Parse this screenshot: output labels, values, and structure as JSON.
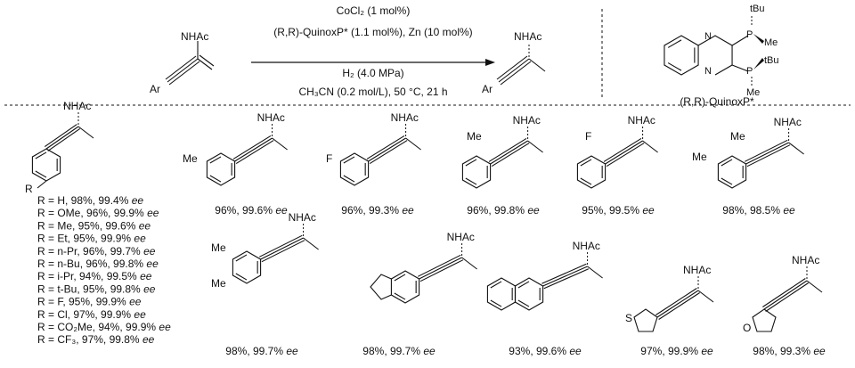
{
  "scheme": {
    "substrate": {
      "group": "NHAc",
      "aryl": "Ar"
    },
    "product": {
      "group": "NHAc",
      "aryl": "Ar"
    },
    "conditions": {
      "line1": "CoCl₂ (1 mol%)",
      "line2": "(R,R)-QuinoxP* (1.1 mol%), Zn (10 mol%)",
      "line3": "H₂ (4.0 MPa)",
      "line4": "CH₃CN (0.2 mol/L), 50 °C, 21 h"
    },
    "ligand": {
      "name": "(R,R)-QuinoxP*",
      "n_label": "N",
      "p_label": "P",
      "tbu_label": "tBu",
      "me_label": "Me"
    }
  },
  "ee_label": "ee",
  "r_series": [
    "R = H, 98%, 99.4%",
    "R = OMe, 96%, 99.9%",
    "R = Me, 95%, 99.6%",
    "R = Et, 95%, 99.9%",
    "R = n-Pr, 96%, 99.7%",
    "R = n-Bu, 96%, 99.8%",
    "R = i-Pr, 94%, 99.5%",
    "R = t-Bu, 95%, 99.8%",
    "R = F, 95%, 99.9%",
    "R = Cl, 97%, 99.9%",
    "R = CO₂Me, 94%, 99.9%",
    "R = CF₃, 97%, 99.8%"
  ],
  "products": [
    {
      "id": "p-R-phenyl",
      "subst": [
        "R"
      ],
      "yield": ""
    },
    {
      "id": "m-tolyl",
      "subst": [
        "Me"
      ],
      "yield": "96%, 99.6%"
    },
    {
      "id": "m-fluorophenyl",
      "subst": [
        "F"
      ],
      "yield": "96%, 99.3%"
    },
    {
      "id": "o-tolyl",
      "subst": [
        "Me"
      ],
      "yield": "96%, 99.8%"
    },
    {
      "id": "o-fluorophenyl",
      "subst": [
        "F"
      ],
      "yield": "95%, 99.5%"
    },
    {
      "id": "2-3-dimethylphenyl",
      "subst": [
        "Me",
        "Me"
      ],
      "yield": "98%, 98.5%"
    },
    {
      "id": "3-4-dimethylphenyl",
      "subst": [
        "Me",
        "Me"
      ],
      "yield": "98%, 99.7%"
    },
    {
      "id": "benzodioxolyl",
      "subst": [],
      "yield": "98%, 99.7%"
    },
    {
      "id": "2-naphthyl",
      "subst": [],
      "yield": "93%, 99.6%"
    },
    {
      "id": "3-thienyl",
      "subst": [
        "S"
      ],
      "yield": "97%, 99.9%"
    },
    {
      "id": "2-furyl",
      "subst": [
        "O"
      ],
      "yield": "98%, 99.3%"
    }
  ],
  "nhac_label": "NHAc"
}
